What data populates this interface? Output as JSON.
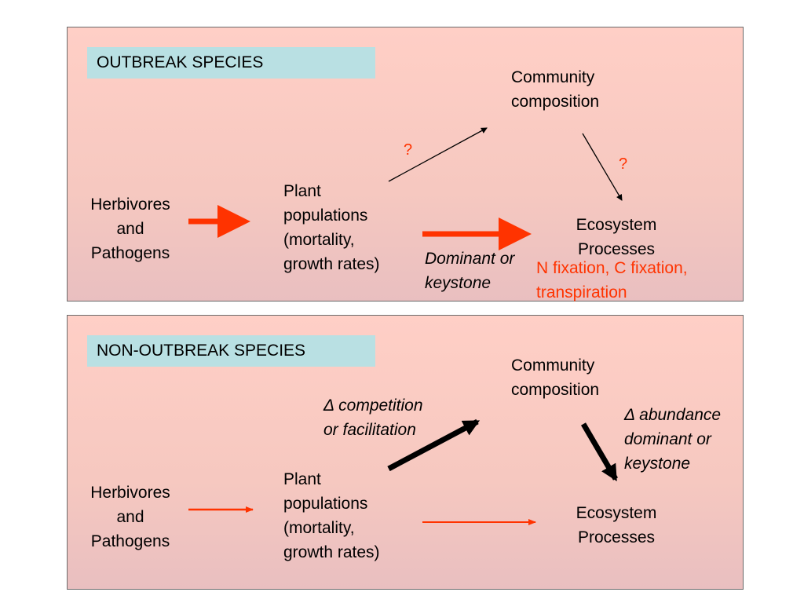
{
  "colors": {
    "panel_bg": "#ffcfc6",
    "label_bg": "#b9e0e3",
    "accent_red": "#ff3300",
    "arrow_black": "#000000"
  },
  "top": {
    "title": "OUTBREAK SPECIES",
    "herbivores": "Herbivores\nand\nPathogens",
    "plant": "Plant\npopulations\n(mortality,\ngrowth rates)",
    "community": "Community\ncomposition",
    "ecosystem": "Ecosystem\nProcesses",
    "q1": "?",
    "q2": "?",
    "dominant": "Dominant or\nkeystone",
    "fixation": "N fixation, C fixation,\ntranspiration"
  },
  "bottom": {
    "title": "NON-OUTBREAK SPECIES",
    "herbivores": "Herbivores\nand\nPathogens",
    "plant": "Plant\npopulations\n(mortality,\ngrowth rates)",
    "community": "Community\ncomposition",
    "ecosystem": "Ecosystem\nProcesses",
    "competition": "Δ competition\nor facilitation",
    "abundance": "Δ abundance\ndominant or\nkeystone"
  }
}
